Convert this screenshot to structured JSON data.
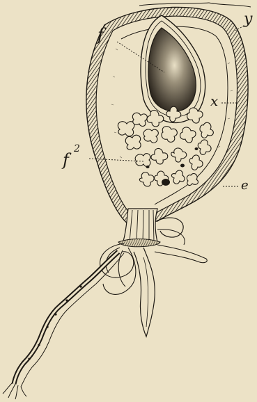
{
  "figure": {
    "background": "#ece2c6",
    "ink": "#1e1a14",
    "labels": {
      "f_top": "f",
      "f2_base": "f",
      "f2_sup": "2",
      "y": "y",
      "x": "x",
      "e": "e"
    }
  }
}
